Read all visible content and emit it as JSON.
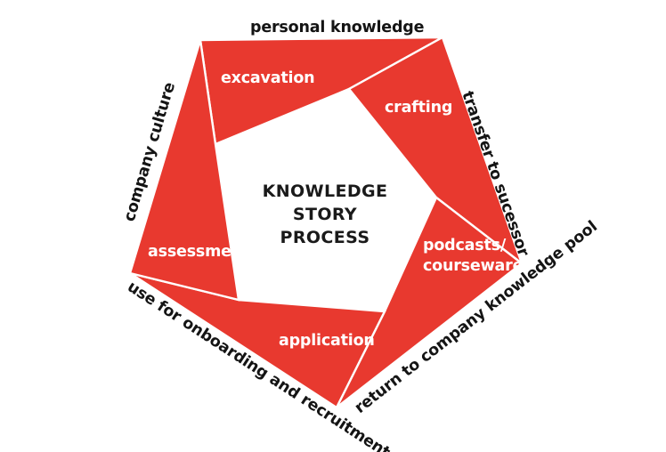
{
  "diagram": {
    "title_lines": [
      "KNOWLEDGE",
      "STORY",
      "PROCESS"
    ],
    "accent_color": "#E8392F",
    "background_color": "#FFFFFF",
    "label_color": "#141414",
    "blade_label_color": "#FFFFFF",
    "stages": [
      {
        "id": "excavation",
        "label": "excavation"
      },
      {
        "id": "crafting",
        "label": "crafting"
      },
      {
        "id": "podcasts",
        "label_line1": "podcasts/",
        "label_line2": "courseware"
      },
      {
        "id": "application",
        "label": "application"
      },
      {
        "id": "assessment",
        "label": "assessment"
      }
    ],
    "edges": [
      {
        "id": "personal-knowledge",
        "label": "personal knowledge"
      },
      {
        "id": "transfer-successor",
        "label": "transfer to sucessor"
      },
      {
        "id": "return-knowledge-pool",
        "label": "return to company knowledge pool"
      },
      {
        "id": "onboarding-recruitment",
        "label": "use for onboarding and recruitment"
      },
      {
        "id": "company-culture",
        "label": "company culture"
      }
    ]
  }
}
